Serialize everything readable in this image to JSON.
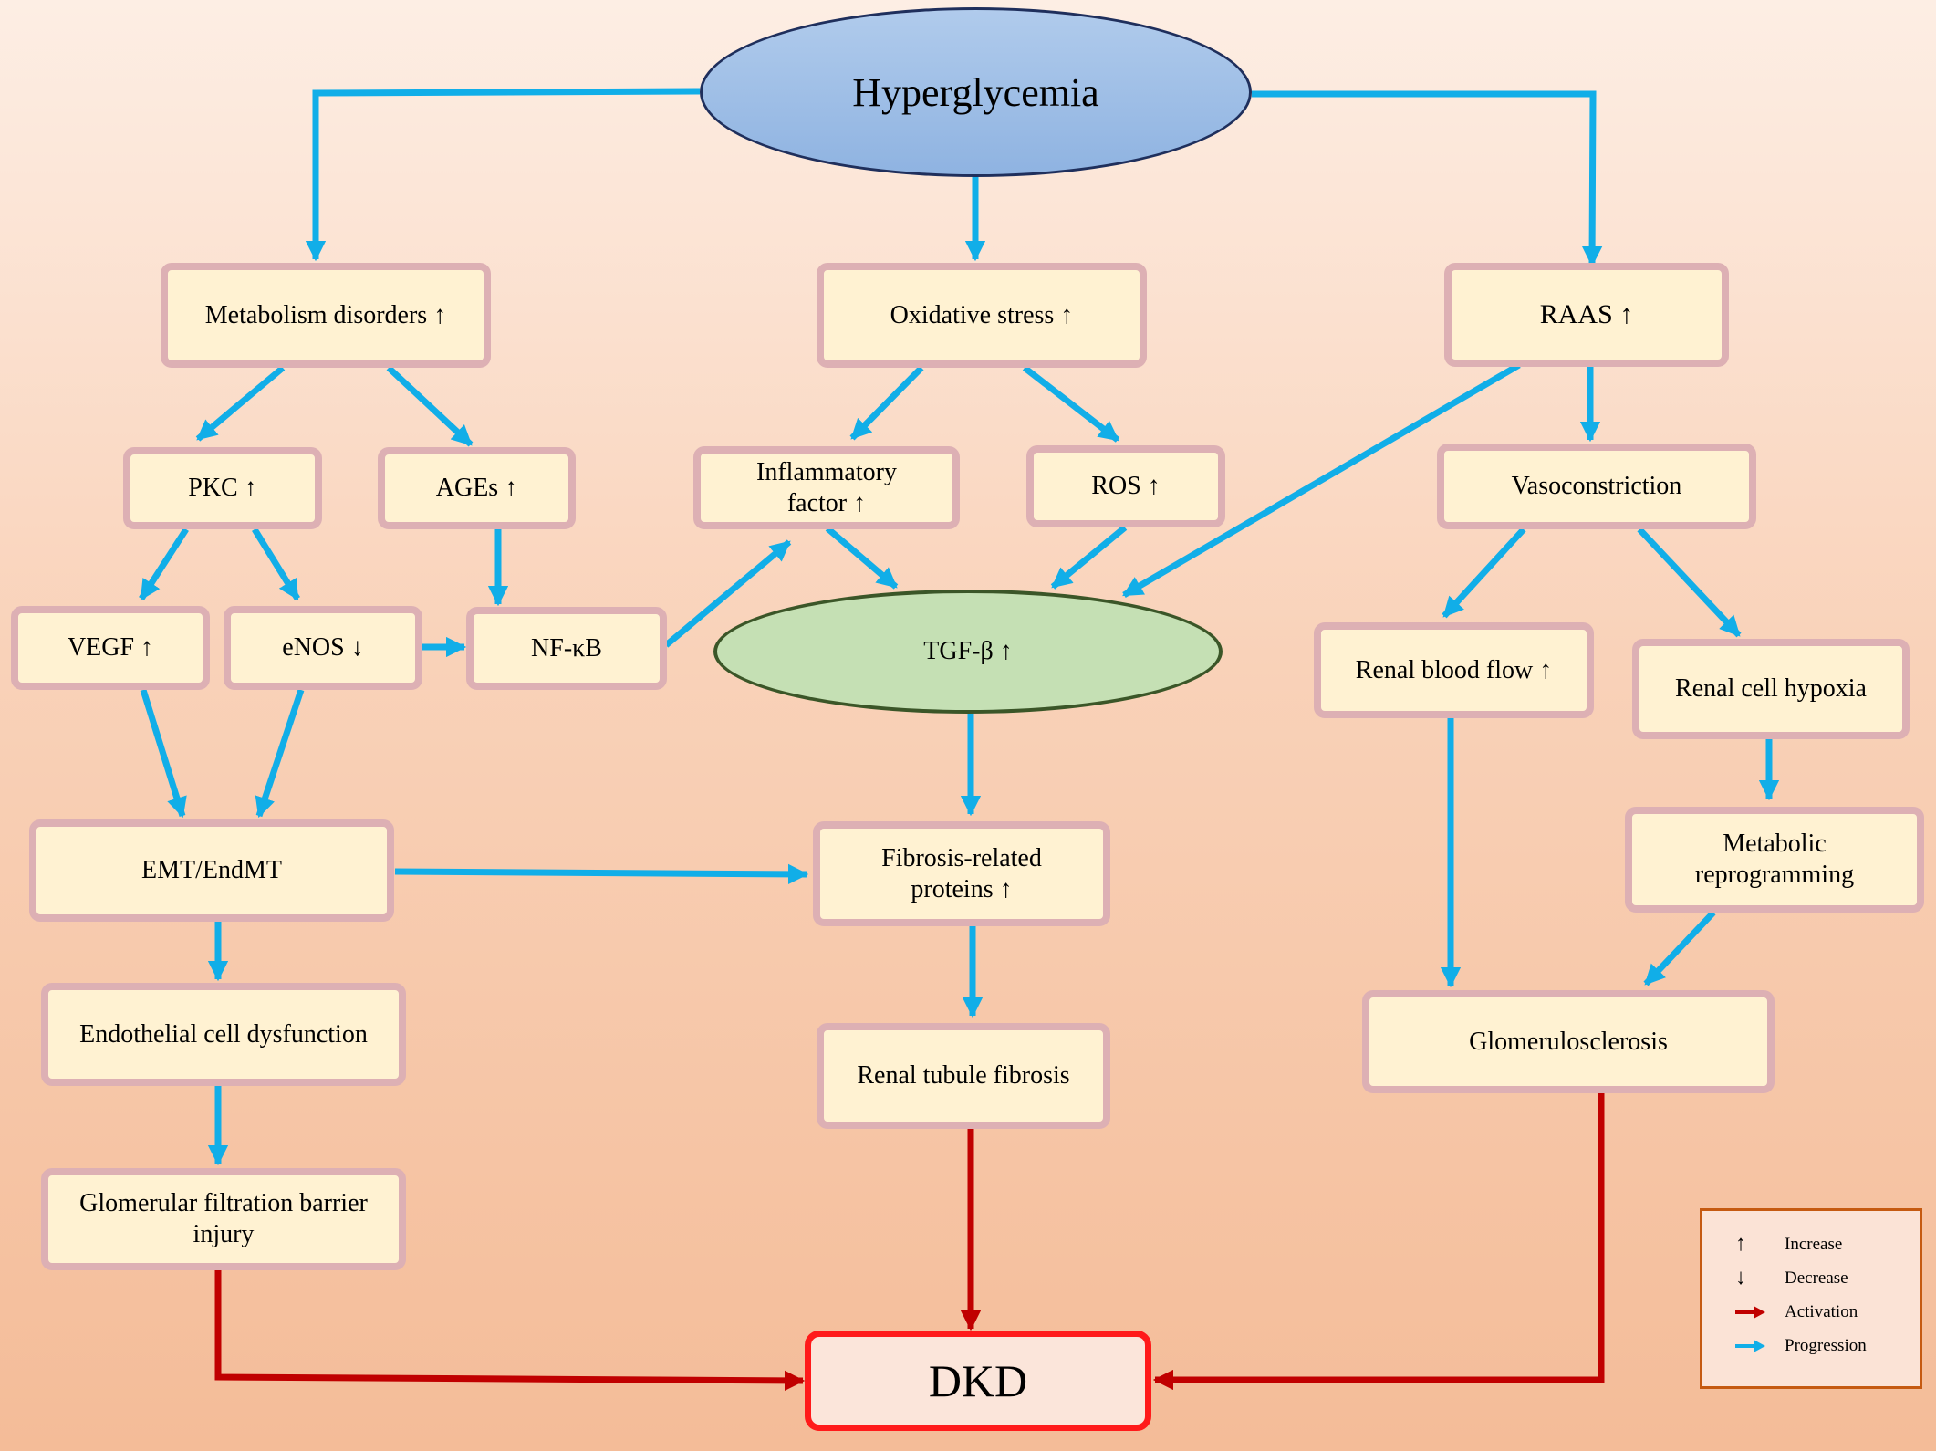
{
  "nodes": {
    "hyperglycemia": "Hyperglycemia",
    "metabolism": "Metabolism disorders ↑",
    "oxidative": "Oxidative stress ↑",
    "raas": "RAAS ↑",
    "pkc": "PKC ↑",
    "ages": "AGEs ↑",
    "inflammatory_l1": "Inflammatory",
    "inflammatory_l2": "factor ↑",
    "ros": "ROS ↑",
    "vasoconstriction": "Vasoconstriction",
    "vegf": "VEGF ↑",
    "enos": "eNOS ↓",
    "nfkb": "NF-κB",
    "tgfb": "TGF-β ↑",
    "renal_blood_flow": "Renal blood flow ↑",
    "renal_cell_hypoxia": "Renal cell hypoxia",
    "emt": "EMT/EndMT",
    "fibrosis_l1": "Fibrosis-related",
    "fibrosis_l2": "proteins ↑",
    "metabolic_l1": "Metabolic",
    "metabolic_l2": "reprogramming",
    "endothelial": "Endothelial cell dysfunction",
    "renal_tubule": "Renal tubule fibrosis",
    "glomerulosclerosis": "Glomerulosclerosis",
    "gfb_l1": "Glomerular filtration barrier",
    "gfb_l2": "injury",
    "dkd": "DKD"
  },
  "legend": {
    "items": [
      {
        "symbol": "↑",
        "label": "Increase"
      },
      {
        "symbol": "↓",
        "label": "Decrease"
      },
      {
        "symbol": "red-arrow",
        "label": "Activation"
      },
      {
        "symbol": "blue-arrow",
        "label": "Progression"
      }
    ]
  },
  "colors": {
    "progression": "#11aee8",
    "activation": "#c00000",
    "box_fill": "#fff2d2",
    "box_border": "#ddb0b4",
    "dkd_border": "#ff1a1a",
    "legend_border": "#c55a11"
  }
}
